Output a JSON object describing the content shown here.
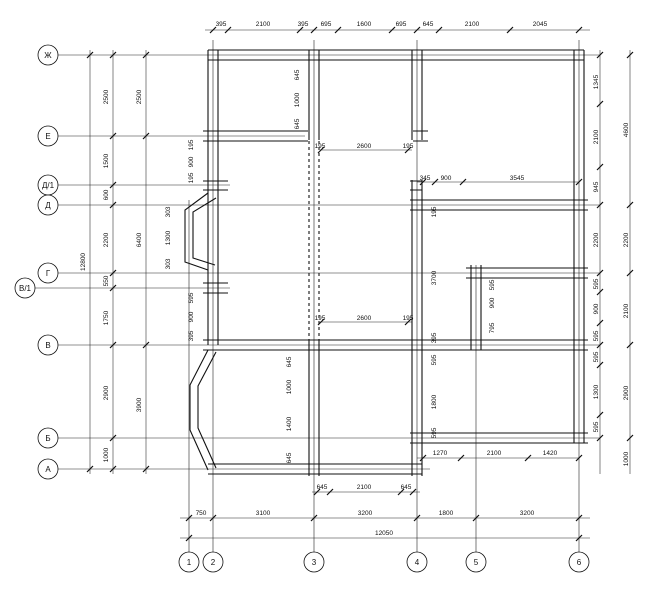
{
  "axes": {
    "letters": [
      "Ж",
      "Е",
      "Д/1",
      "Д",
      "Г",
      "В/1",
      "В",
      "Б",
      "А"
    ],
    "numbers": [
      "1",
      "2",
      "3",
      "4",
      "5",
      "6"
    ]
  },
  "dims": {
    "top": [
      "395",
      "2100",
      "395",
      "695",
      "1600",
      "695",
      "645",
      "2100",
      "2045"
    ],
    "left_inner": [
      "2500",
      "1500",
      "600",
      "2200",
      "550",
      "1750",
      "2900",
      "1000"
    ],
    "left_mid": [
      "2500",
      "6400",
      "3900"
    ],
    "left_total": "12800",
    "right_inner": [
      "1345",
      "2100",
      "945",
      "2200",
      "595",
      "900",
      "595",
      "595",
      "1300",
      "595",
      "1000"
    ],
    "right_outer": [
      "4600",
      "2200",
      "2100",
      "2900"
    ],
    "bottom_1": [
      "750",
      "3100",
      "3200",
      "1800",
      "3200"
    ],
    "bottom_total": "12050",
    "bottom_door": [
      "645",
      "2100",
      "645"
    ],
    "interior": {
      "e_span": "2600",
      "e_left": "195",
      "e_right": "195",
      "v_span": "2600",
      "v_left": "195",
      "v_right": "195",
      "d1_left": "345",
      "d1_mid": "900",
      "d1_right": "3545",
      "b_left": "1270",
      "b_mid": "2100",
      "b_right": "1420",
      "col2_top": [
        "645",
        "1000",
        "645"
      ],
      "col2_mid": [
        "195",
        "900",
        "195"
      ],
      "col2_bay": [
        "303",
        "1300",
        "303"
      ],
      "col2_low": [
        "595",
        "900",
        "395"
      ],
      "col3_low": [
        "645",
        "1000",
        "1400",
        "645"
      ],
      "col4": [
        "195",
        "3700",
        "395",
        "595",
        "1800",
        "595"
      ],
      "col5": [
        "595",
        "900",
        "795"
      ]
    }
  }
}
